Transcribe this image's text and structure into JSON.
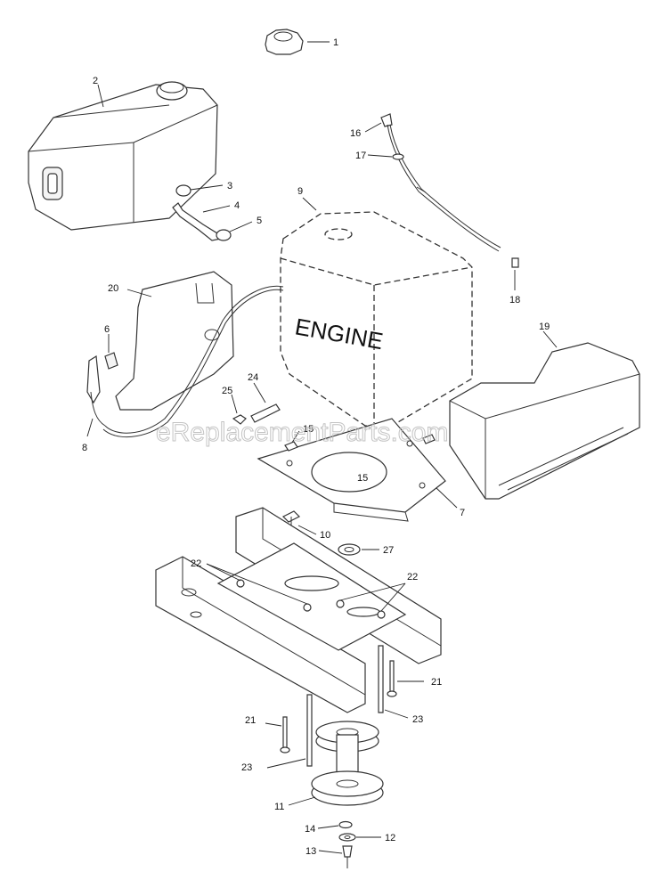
{
  "diagram": {
    "engine_label": "ENGINE",
    "watermark": "eReplacementParts.com",
    "callouts": [
      "1",
      "2",
      "3",
      "4",
      "5",
      "6",
      "7",
      "8",
      "9",
      "10",
      "11",
      "12",
      "13",
      "14",
      "15",
      "15",
      "16",
      "17",
      "18",
      "19",
      "20",
      "21",
      "21",
      "22",
      "22",
      "23",
      "23",
      "24",
      "25",
      "27"
    ]
  }
}
